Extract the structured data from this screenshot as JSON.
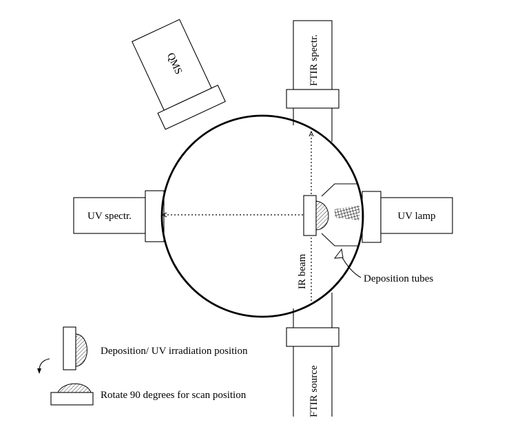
{
  "labels": {
    "qms": "QMS",
    "ftir_spectr": "FTIR spectr.",
    "ftir_source": "FTIR source",
    "uv_spectr": "UV spectr.",
    "uv_lamp": "UV lamp",
    "ir_beam": "IR beam",
    "deposition_tubes": "Deposition tubes"
  },
  "legend": {
    "deposition_position": "Deposition/ UV irradiation position",
    "scan_position": "Rotate 90 degrees for scan position"
  }
}
